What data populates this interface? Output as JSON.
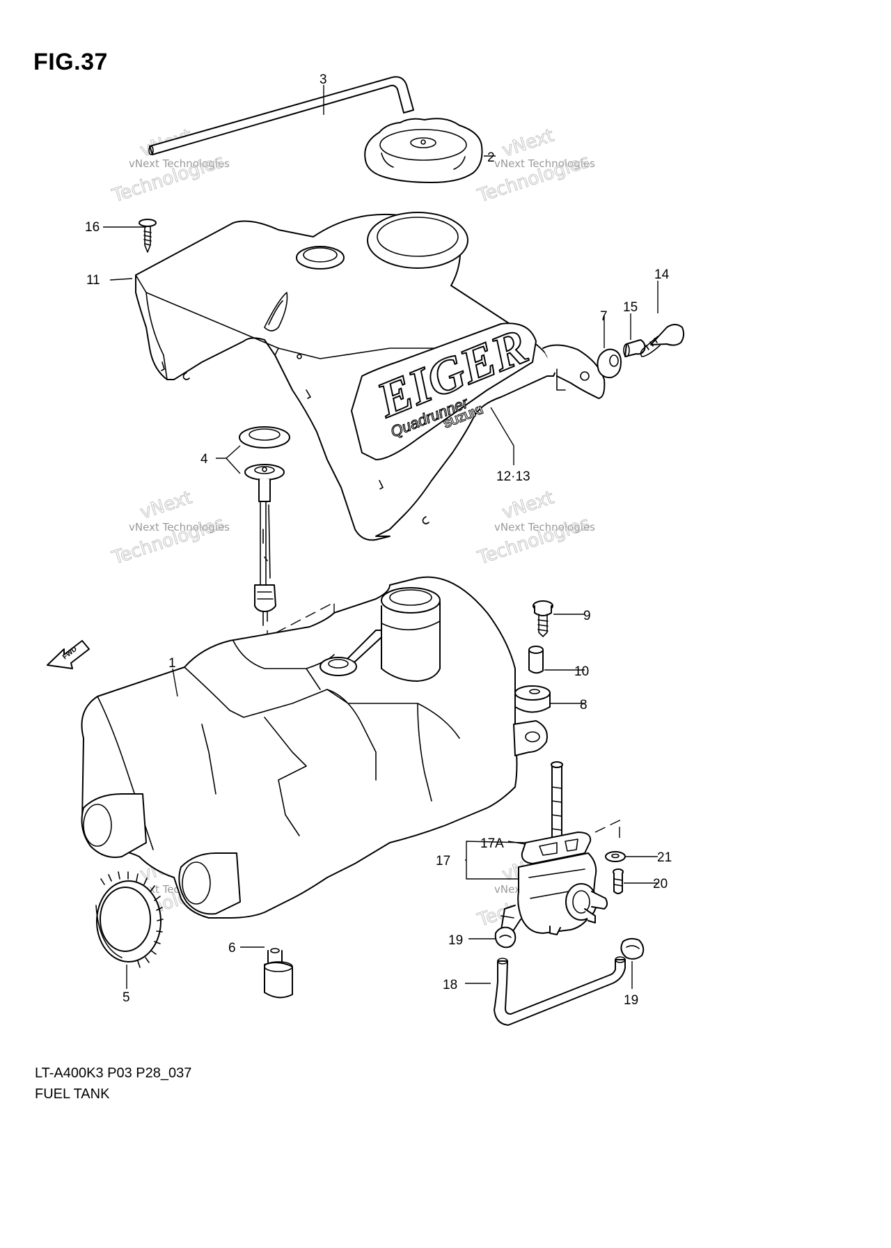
{
  "figure": {
    "title": "FIG.37",
    "model_code": "LT-A400K3 P03 P28_037",
    "section_name": "FUEL TANK"
  },
  "watermark": {
    "line1": "vNext Technologies",
    "line2": "vNext",
    "line3": "Technologies"
  },
  "tank_label": {
    "brand_main": "EIGER",
    "brand_sub": "Quadrunner",
    "brand_maker": "SUZUKI"
  },
  "direction_arrow": {
    "label": "FWD"
  },
  "callouts": {
    "c1": "1",
    "c2": "2",
    "c3": "3",
    "c4": "4",
    "c5": "5",
    "c6": "6",
    "c7": "7",
    "c8": "8",
    "c9": "9",
    "c10": "10",
    "c11": "11",
    "c12_13": "12·13",
    "c14": "14",
    "c15": "15",
    "c16": "16",
    "c17": "17",
    "c17a": "17A",
    "c18": "18",
    "c19a": "19",
    "c19b": "19",
    "c20": "20",
    "c21": "21"
  }
}
